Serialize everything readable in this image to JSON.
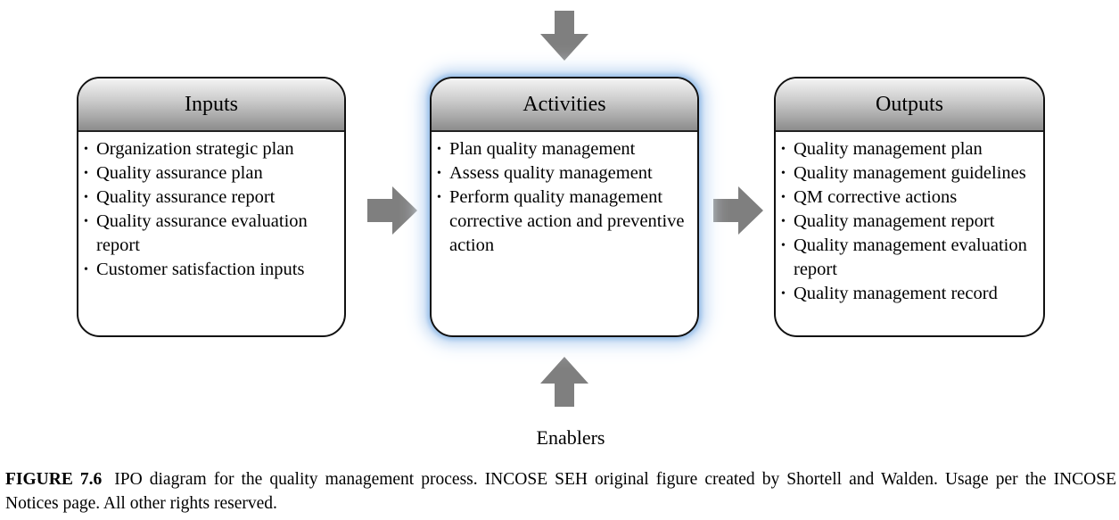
{
  "boxes": {
    "inputs": {
      "title": "Inputs",
      "items": [
        "Organization strategic plan",
        "Quality assurance plan",
        "Quality assurance report",
        "Quality assurance evaluation report",
        "Customer satisfaction inputs"
      ]
    },
    "activities": {
      "title": "Activities",
      "items": [
        "Plan quality management",
        "Assess quality management",
        "Perform quality management corrective action and preventive action"
      ]
    },
    "outputs": {
      "title": "Outputs",
      "items": [
        "Quality management plan",
        "Quality management guidelines",
        "QM corrective actions",
        "Quality management report",
        "Quality management evaluation report",
        "Quality management record"
      ]
    }
  },
  "enablers_label": "Enablers",
  "caption": {
    "label": "FIGURE 7.6",
    "text": "IPO diagram for the quality management process. INCOSE SEH original figure created by Shortell and Walden. Usage per the INCOSE Notices page. All other rights reserved."
  },
  "colors": {
    "arrow": "#7f7f7f",
    "header_gradient_top": "#f4f4f4",
    "header_gradient_bottom": "#8c8c8c",
    "activities_glow": "#9fc3ea"
  }
}
